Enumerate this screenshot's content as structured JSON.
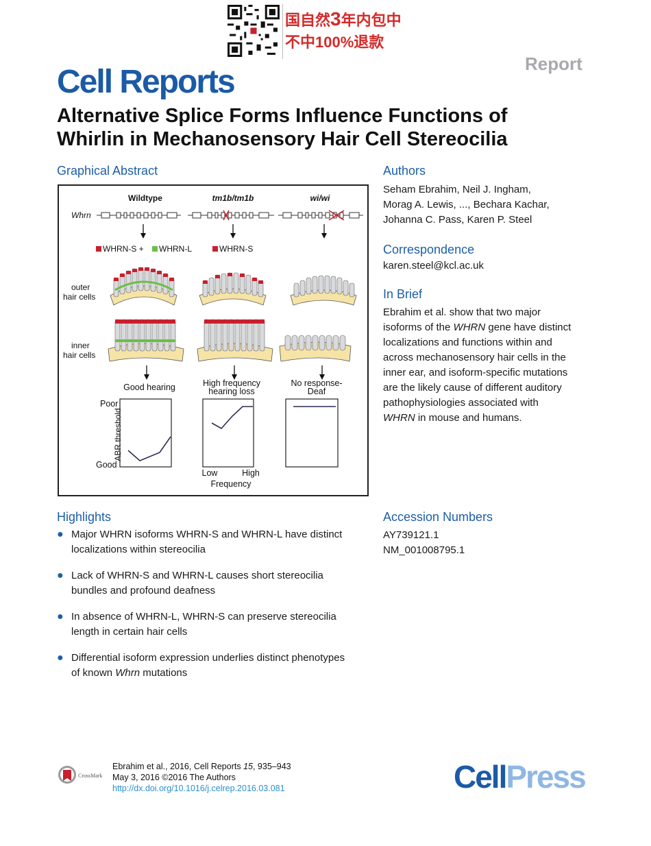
{
  "ad": {
    "line1a": "国自然",
    "line1b": "3",
    "line1c": "年内包中",
    "line2": "不中100%退款"
  },
  "header": {
    "journal": "Cell Reports",
    "article_type": "Report"
  },
  "article": {
    "title_line1": "Alternative Splice Forms Influence Functions of",
    "title_line2": "Whirlin in Mechanosensory Hair Cell Stereocilia"
  },
  "graphical_abstract": {
    "heading": "Graphical Abstract",
    "col_wildtype": "Wildtype",
    "col_tm1b": "tm1b/tm1b",
    "col_wi": "wi/wi",
    "gene": "Whrn",
    "legend_wt_s": "WHRN-S +",
    "legend_wt_l": "WHRN-L",
    "legend_tm1b_s": "WHRN-S",
    "row_outer_1": "outer",
    "row_outer_2": "hair cells",
    "row_inner_1": "inner",
    "row_inner_2": "hair cells",
    "outcome_wt": "Good hearing",
    "outcome_tm1b_1": "High frequency",
    "outcome_tm1b_2": "hearing loss",
    "outcome_wi_1": "No response-",
    "outcome_wi_2": "Deaf",
    "y_label": "ABR threshold",
    "y_top": "Poor",
    "y_bottom": "Good",
    "x_low": "Low",
    "x_high": "High",
    "x_label": "Frequency",
    "colors": {
      "red": "#c8202e",
      "green": "#6cbe45",
      "cell_base": "#f6e3a6",
      "stereocilia": "#d9dadc",
      "line": "#2a2a52"
    }
  },
  "authors": {
    "heading": "Authors",
    "lines": [
      "Seham Ebrahim, Neil J. Ingham,",
      "Morag A. Lewis, ..., Bechara Kachar,",
      "Johanna C. Pass, Karen P. Steel"
    ]
  },
  "correspondence": {
    "heading": "Correspondence",
    "email": "karen.steel@kcl.ac.uk"
  },
  "in_brief": {
    "heading": "In Brief",
    "l1": "Ebrahim et al. show that two major",
    "l2a": "isoforms of the ",
    "l2b": "WHRN",
    "l2c": " gene have distinct",
    "l3": "localizations and functions within and",
    "l4": "across mechanosensory hair cells in the",
    "l5": "inner ear, and isoform-specific mutations",
    "l6": "are the likely cause of different auditory",
    "l7": "pathophysiologies associated with",
    "l8a": "WHRN",
    "l8b": " in mouse and humans."
  },
  "highlights": {
    "heading": "Highlights",
    "h1_l1": "Major WHRN isoforms WHRN-S and WHRN-L have distinct",
    "h1_l2": "localizations within stereocilia",
    "h2_l1": "Lack of WHRN-S and WHRN-L causes short stereocilia",
    "h2_l2": "bundles and profound deafness",
    "h3_l1": "In absence of WHRN-L, WHRN-S can preserve stereocilia",
    "h3_l2": "length in certain hair cells",
    "h4_l1": "Differential isoform expression underlies distinct phenotypes",
    "h4_l2a": "of known ",
    "h4_l2b": "Whrn",
    "h4_l2c": " mutations"
  },
  "accession": {
    "heading": "Accession Numbers",
    "numbers": [
      "AY739121.1",
      "NM_001008795.1"
    ]
  },
  "footer": {
    "citation_a": "Ebrahim et al., 2016, Cell Reports ",
    "citation_vol": "15",
    "citation_b": ", 935–943",
    "date_line": "May 3, 2016 ©2016 The Authors",
    "doi": "http://dx.doi.org/10.1016/j.celrep.2016.03.081",
    "crossmark": "CrossMark",
    "publisher_a": "Cell",
    "publisher_b": "Press"
  }
}
